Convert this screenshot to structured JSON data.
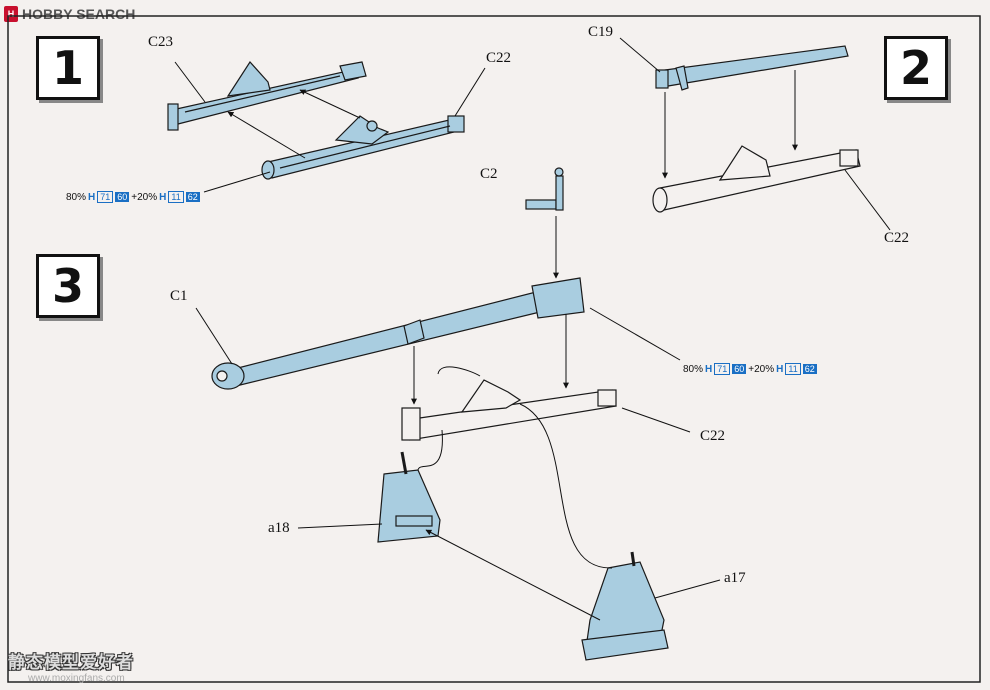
{
  "header": {
    "brand": "HOBBY SEARCH",
    "brand_mark": "H"
  },
  "steps": [
    "1",
    "2",
    "3"
  ],
  "parts": {
    "c23": "C23",
    "c22_step1": "C22",
    "c19": "C19",
    "c22_step2": "C22",
    "c2": "C2",
    "c1": "C1",
    "c22_step3": "C22",
    "a18": "a18",
    "a17": "a17"
  },
  "paint_mix_1": {
    "pct1": "80%",
    "h1": "H",
    "code1": "71",
    "code1b": "60",
    "plus": "+20%",
    "h2": "H",
    "code2": "11",
    "code2b": "62"
  },
  "paint_mix_2": {
    "pct1": "80%",
    "h1": "H",
    "code1": "71",
    "code1b": "60",
    "plus": "+20%",
    "h2": "H",
    "code2": "11",
    "code2b": "62"
  },
  "watermark": {
    "text": "静态模型爱好者",
    "url": "www.moxingfans.com"
  },
  "colors": {
    "part_fill": "#a9cde0",
    "outline": "#1a1a1a",
    "accent": "#1a6fc4"
  }
}
